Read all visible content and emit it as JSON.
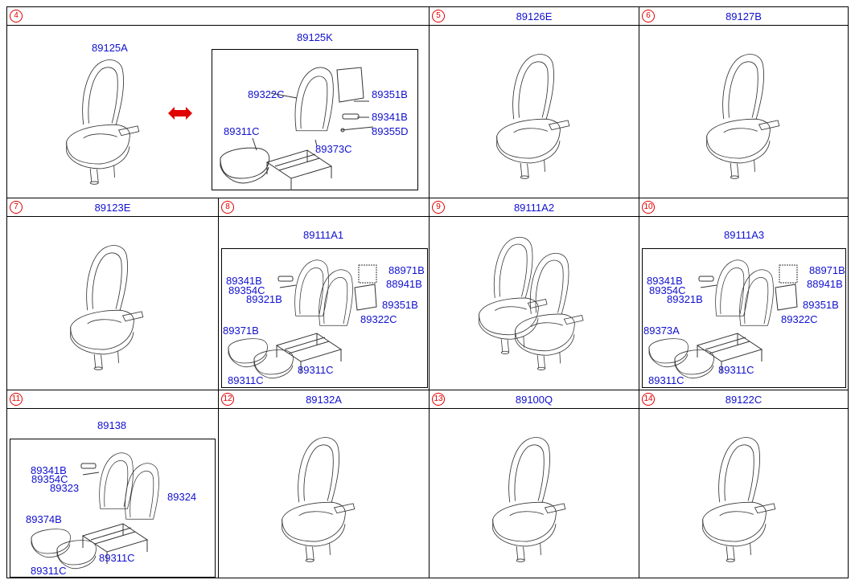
{
  "colors": {
    "label": "#1010d0",
    "number": "#e00000",
    "arrow": "#e00000"
  },
  "panels": {
    "p4": {
      "number": "4",
      "main_code": "89125A",
      "kit_code": "89125K",
      "labels": {
        "a": "89322C",
        "b": "89351B",
        "c": "89341B",
        "d": "89355D",
        "e": "89311C",
        "f": "89373C"
      }
    },
    "p5": {
      "number": "5",
      "code": "89126E"
    },
    "p6": {
      "number": "6",
      "code": "89127B"
    },
    "p7": {
      "number": "7",
      "code": "89123E"
    },
    "p8": {
      "number": "8",
      "kit_code": "89111A1",
      "labels": {
        "a": "89341B",
        "b": "89354C",
        "c": "89321B",
        "d": "88971B",
        "e": "88941B",
        "f": "89351B",
        "g": "89322C",
        "h": "89371B",
        "i": "89311C",
        "j": "89311C"
      }
    },
    "p9": {
      "number": "9",
      "code": "89111A2"
    },
    "p10": {
      "number": "10",
      "kit_code": "89111A3",
      "labels": {
        "a": "89341B",
        "b": "89354C",
        "c": "89321B",
        "d": "88971B",
        "e": "88941B",
        "f": "89351B",
        "g": "89322C",
        "h": "89373A",
        "i": "89311C",
        "j": "89311C"
      }
    },
    "p11": {
      "number": "11",
      "kit_code": "89138",
      "labels": {
        "a": "89341B",
        "b": "89354C",
        "c": "89323",
        "d": "89324",
        "e": "89374B",
        "f": "89311C",
        "g": "89311C"
      }
    },
    "p12": {
      "number": "12",
      "code": "89132A"
    },
    "p13": {
      "number": "13",
      "code": "89100Q"
    },
    "p14": {
      "number": "14",
      "code": "89122C"
    }
  }
}
